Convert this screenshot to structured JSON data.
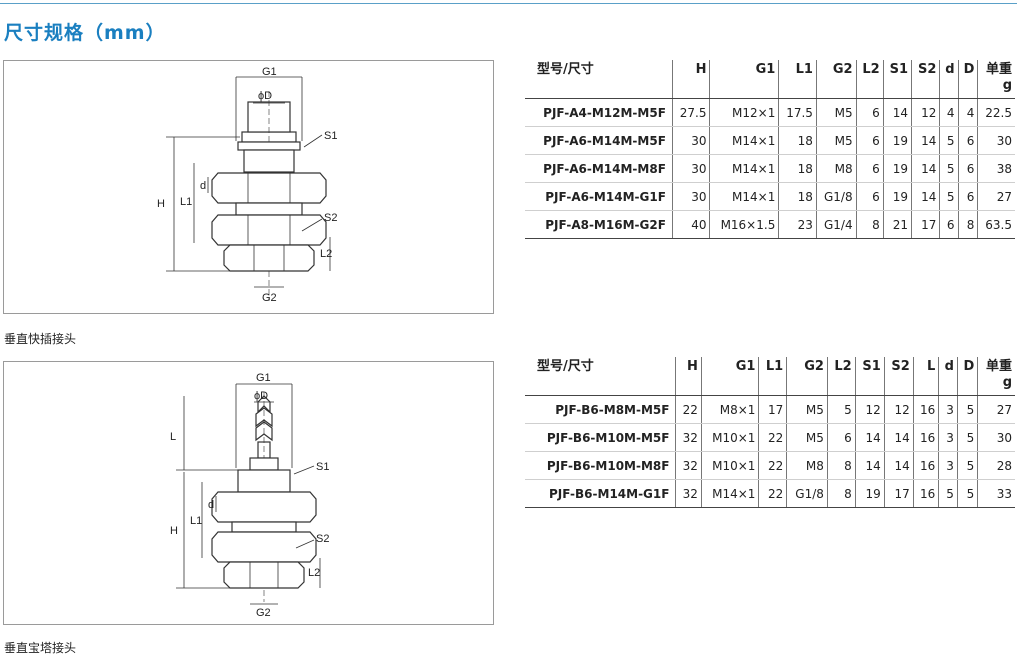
{
  "page_title": "尺寸规格（mm）",
  "section_a": {
    "caption": "垂直快插接头",
    "labels": {
      "G1": "G1",
      "phiD": "ϕD",
      "S1": "S1",
      "S2": "S2",
      "H": "H",
      "L1": "L1",
      "d": "d",
      "L2": "L2",
      "G2": "G2"
    },
    "columns": [
      "型号/尺寸",
      "H",
      "G1",
      "L1",
      "G2",
      "L2",
      "S1",
      "S2",
      "d",
      "D",
      "单重\ng"
    ],
    "rows": [
      [
        "PJF-A4-M12M-M5F",
        "27.5",
        "M12×1",
        "17.5",
        "M5",
        "6",
        "14",
        "12",
        "4",
        "4",
        "22.5"
      ],
      [
        "PJF-A6-M14M-M5F",
        "30",
        "M14×1",
        "18",
        "M5",
        "6",
        "19",
        "14",
        "5",
        "6",
        "30"
      ],
      [
        "PJF-A6-M14M-M8F",
        "30",
        "M14×1",
        "18",
        "M8",
        "6",
        "19",
        "14",
        "5",
        "6",
        "38"
      ],
      [
        "PJF-A6-M14M-G1F",
        "30",
        "M14×1",
        "18",
        "G1/8",
        "6",
        "19",
        "14",
        "5",
        "6",
        "27"
      ],
      [
        "PJF-A8-M16M-G2F",
        "40",
        "M16×1.5",
        "23",
        "G1/4",
        "8",
        "21",
        "17",
        "6",
        "8",
        "63.5"
      ]
    ]
  },
  "section_b": {
    "caption": "垂直宝塔接头",
    "labels": {
      "G1": "G1",
      "phiD": "ϕD",
      "L": "L",
      "S1": "S1",
      "S2": "S2",
      "H": "H",
      "L1": "L1",
      "d": "d",
      "L2": "L2",
      "G2": "G2"
    },
    "columns": [
      "型号/尺寸",
      "H",
      "G1",
      "L1",
      "G2",
      "L2",
      "S1",
      "S2",
      "L",
      "d",
      "D",
      "单重\ng"
    ],
    "rows": [
      [
        "PJF-B6-M8M-M5F",
        "22",
        "M8×1",
        "17",
        "M5",
        "5",
        "12",
        "12",
        "16",
        "3",
        "5",
        "27"
      ],
      [
        "PJF-B6-M10M-M5F",
        "32",
        "M10×1",
        "22",
        "M5",
        "6",
        "14",
        "14",
        "16",
        "3",
        "5",
        "30"
      ],
      [
        "PJF-B6-M10M-M8F",
        "32",
        "M10×1",
        "22",
        "M8",
        "8",
        "14",
        "14",
        "16",
        "3",
        "5",
        "28"
      ],
      [
        "PJF-B6-M14M-G1F",
        "32",
        "M14×1",
        "22",
        "G1/8",
        "8",
        "19",
        "17",
        "16",
        "5",
        "5",
        "33"
      ]
    ]
  }
}
